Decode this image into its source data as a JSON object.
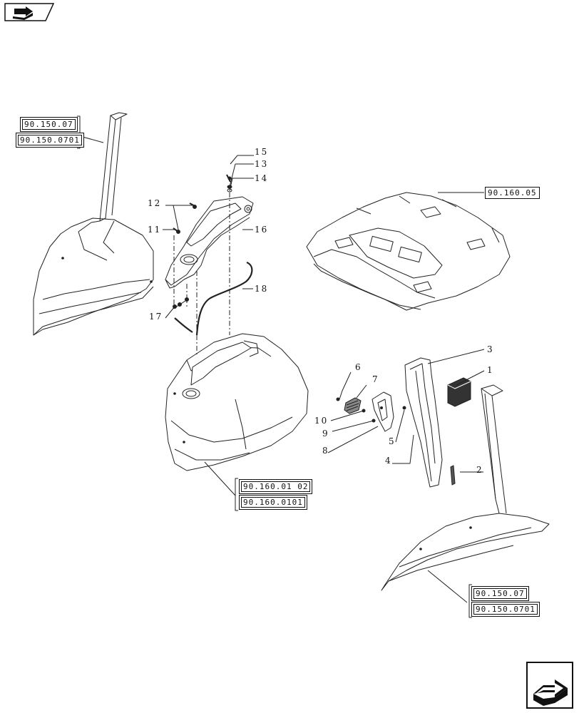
{
  "header": {
    "nav_icon": "book-arrow-icon"
  },
  "footer": {
    "next_icon": "page-forward-arrow-icon"
  },
  "references": {
    "top_left_a": "90.150.07",
    "top_left_b": "90.150.0701",
    "right_top": "90.160.05",
    "center_a": "90.160.01 02",
    "center_b": "90.160.0101",
    "bottom_right_a": "90.150.07",
    "bottom_right_b": "90.150.0701"
  },
  "callouts": {
    "c1": "1",
    "c2": "2",
    "c3": "3",
    "c4": "4",
    "c5": "5",
    "c6": "6",
    "c7": "7",
    "c8": "8",
    "c9": "9",
    "c10": "10",
    "c11": "11",
    "c12": "12",
    "c13": "13",
    "c14": "14",
    "c15": "15",
    "c16": "16",
    "c17": "17",
    "c18": "18"
  }
}
